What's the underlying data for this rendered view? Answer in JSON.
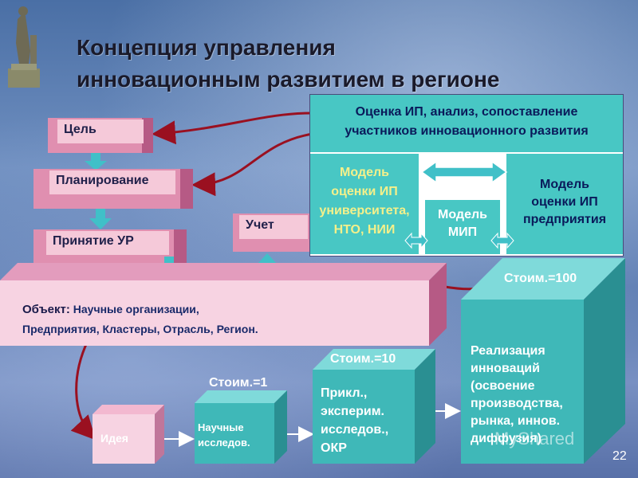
{
  "title": {
    "line1": "Концепция управления",
    "line2": "инновационным развитием в регионе"
  },
  "left_flow": {
    "goal": "Цель",
    "planning": "Планирование",
    "decision": "Принятие УР",
    "accounting": "Учет"
  },
  "object_box": {
    "label": "Объект:",
    "text_line1": " Научные организации,",
    "text_line2": "Предприятия, Кластеры, Отрасль, Регион."
  },
  "assessment_panel": {
    "header_line1": "Оценка ИП, анализ, сопоставление",
    "header_line2": "участников инновационного развития",
    "left_line1": "Модель",
    "left_line2": "оценки ИП",
    "left_line3": "университета,",
    "left_line4": "НТО, НИИ",
    "mid_line1": "Модель",
    "mid_line2": "МИП",
    "right_line1": "Модель",
    "right_line2": "оценки ИП",
    "right_line3": "предприятия"
  },
  "cubes": {
    "idea": "Идея",
    "research_line1": "Научные",
    "research_line2": "исследов.",
    "cost1": "Стоим.=1",
    "applied_line1": "Прикл.,",
    "applied_line2": "эксперим.",
    "applied_line3": "исследов.,",
    "applied_line4": "ОКР",
    "cost10": "Стоим.=10",
    "impl_line1": "Реализация",
    "impl_line2": "инноваций",
    "impl_line3": "(освоение",
    "impl_line4": "производства,",
    "impl_line5": "рынка, иннов.",
    "impl_line6": "диффузия)",
    "cost100": "Стоим.=100"
  },
  "watermark": "MyShared",
  "page_number": "22",
  "colors": {
    "pink_face": "#f5c9d9",
    "pink_top": "#e08fb0",
    "pink_side": "#b65a85",
    "cyan": "#48c7c4",
    "cube_front": "#3fb8b8",
    "cube_top": "#7fdada",
    "cube_side": "#2a8f92",
    "arrow_red": "#9a1020",
    "arrow_cyan": "#40c0c8"
  }
}
